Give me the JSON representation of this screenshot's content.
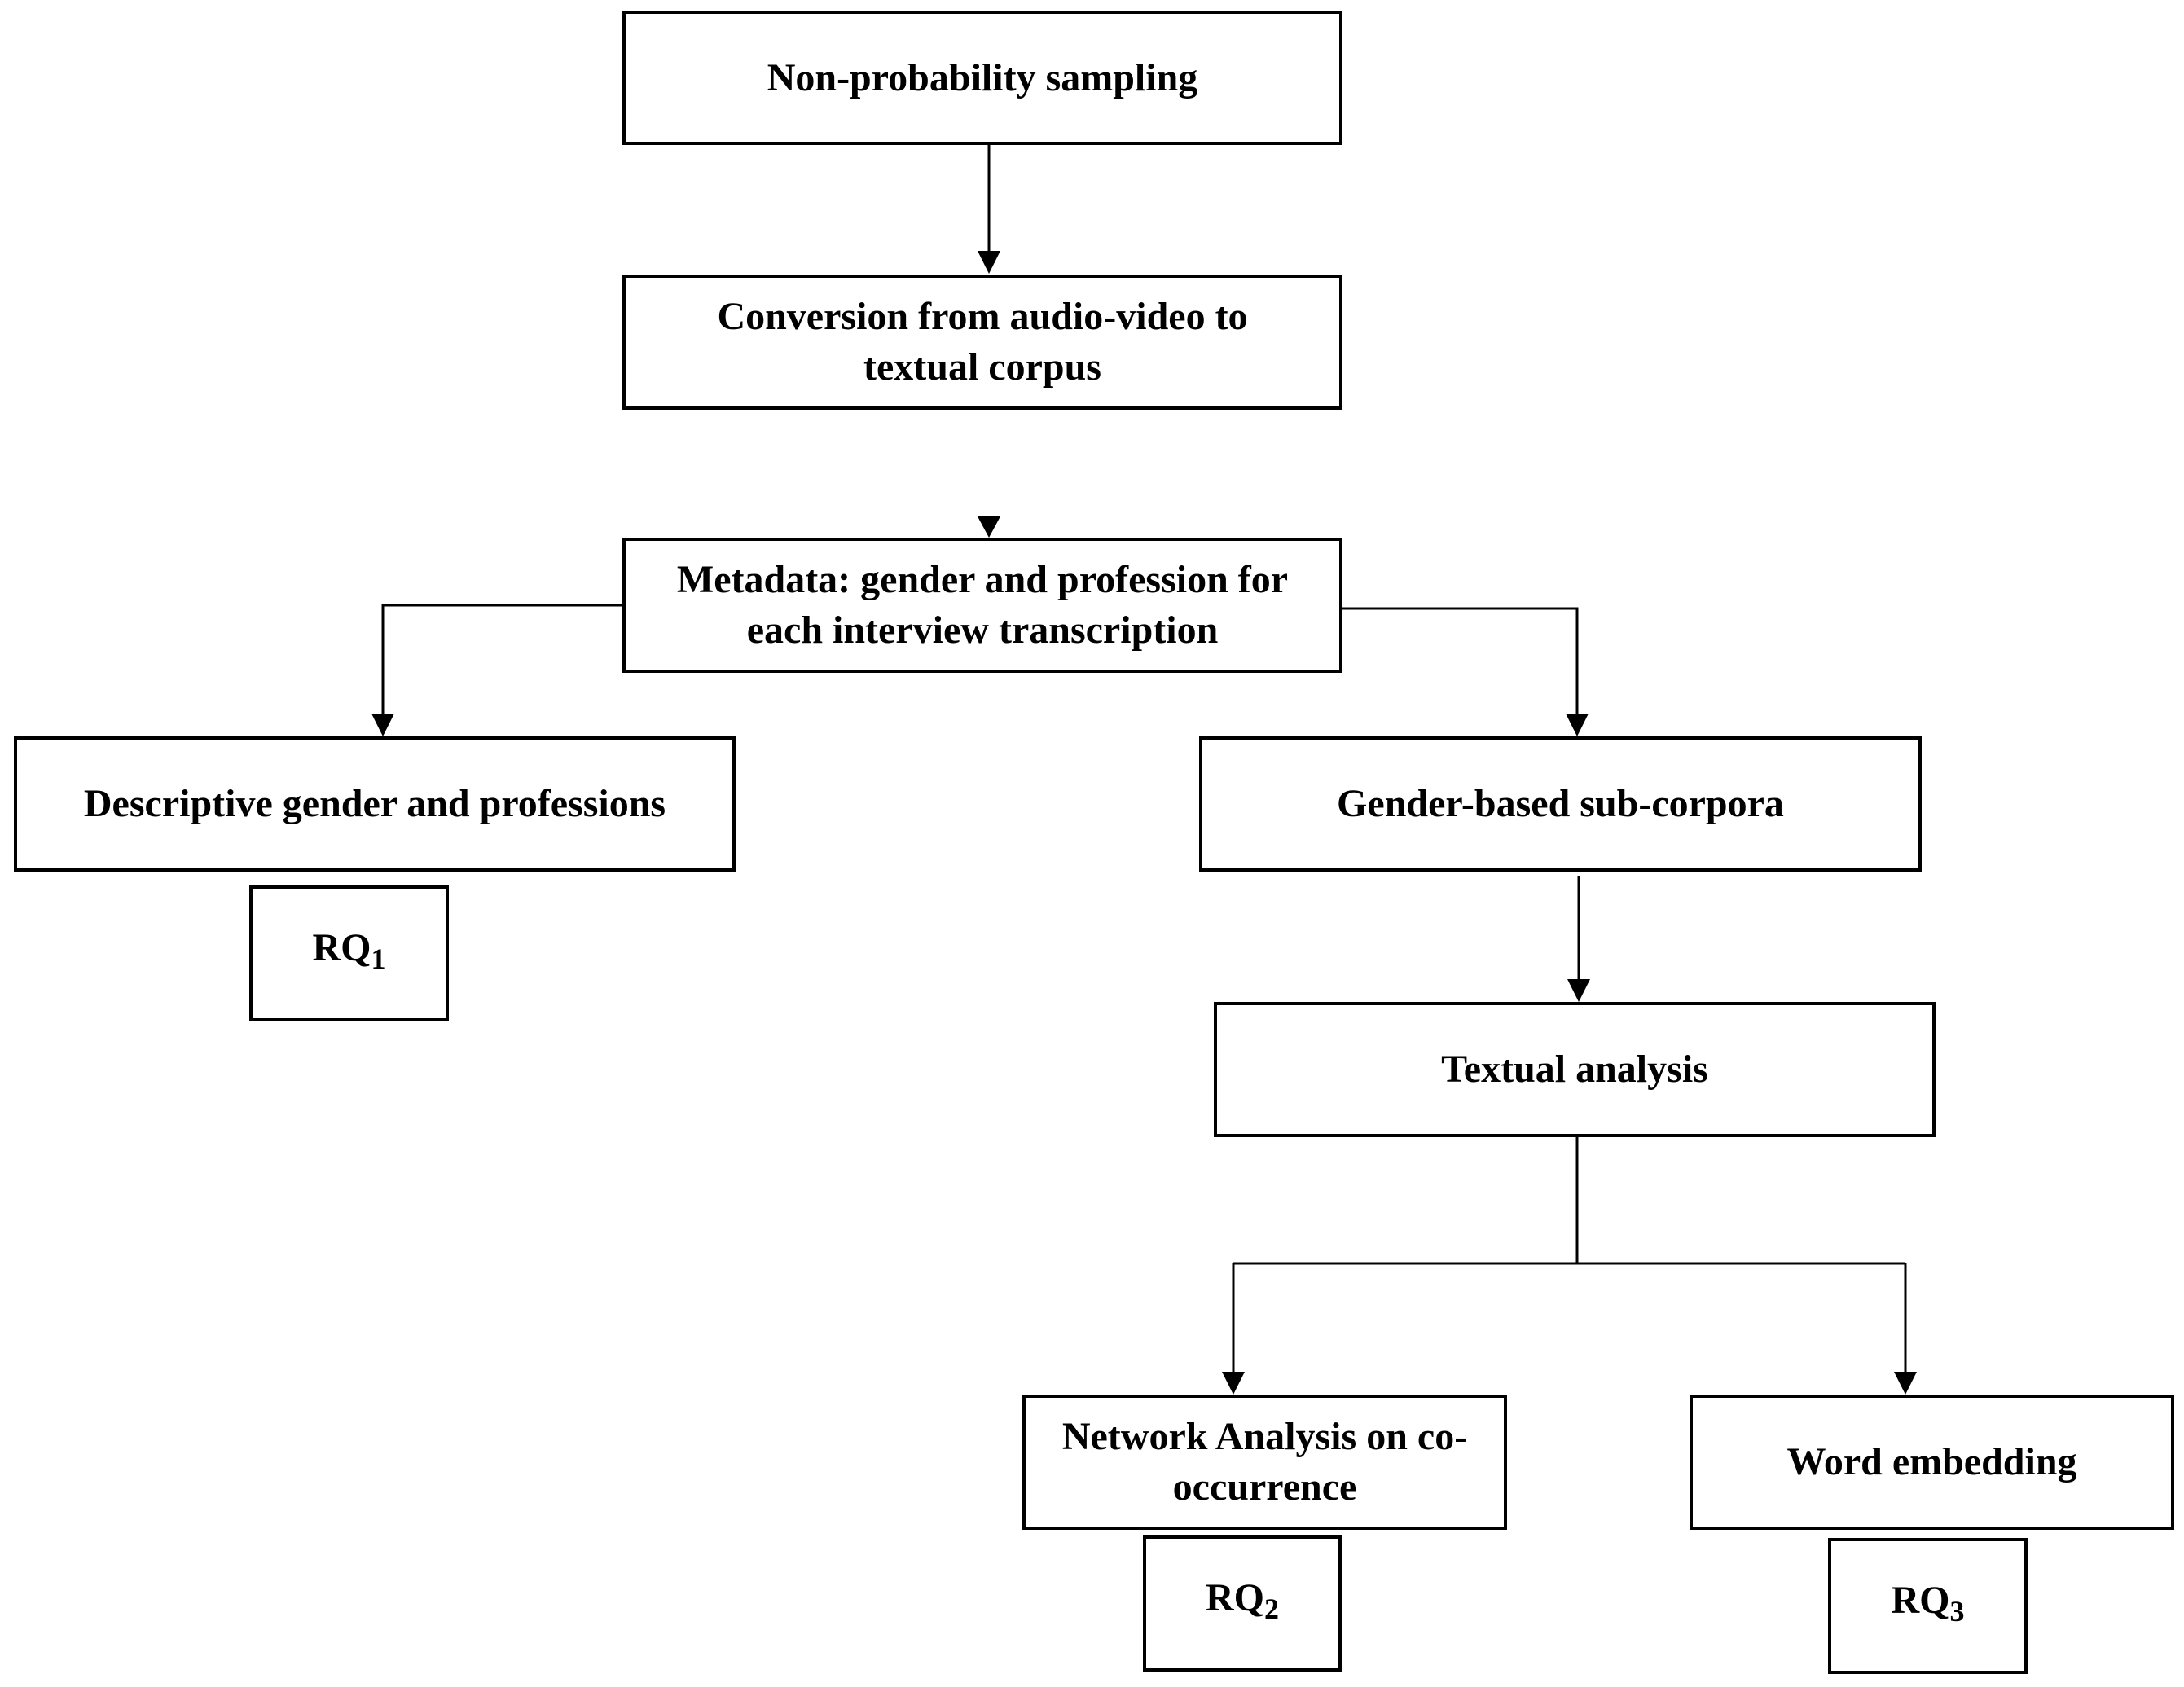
{
  "diagram": {
    "nodes": {
      "sampling": "Non-probability sampling",
      "conversion": "Conversion from audio-video to textual corpus",
      "metadata": "Metadata: gender and profession for each interview transcription",
      "descriptive": "Descriptive gender and professions",
      "gender_subcorpora": "Gender-based sub-corpora",
      "textual_analysis": "Textual analysis",
      "network_analysis": "Network Analysis on co-occurrence",
      "word_embedding": "Word embedding"
    },
    "rq": {
      "rq1": {
        "prefix": "RQ",
        "sub": "1"
      },
      "rq2": {
        "prefix": "RQ",
        "sub": "2"
      },
      "rq3": {
        "prefix": "RQ",
        "sub": "3"
      }
    },
    "line_color": "#000000",
    "border_color": "#000000",
    "background": "#ffffff"
  }
}
